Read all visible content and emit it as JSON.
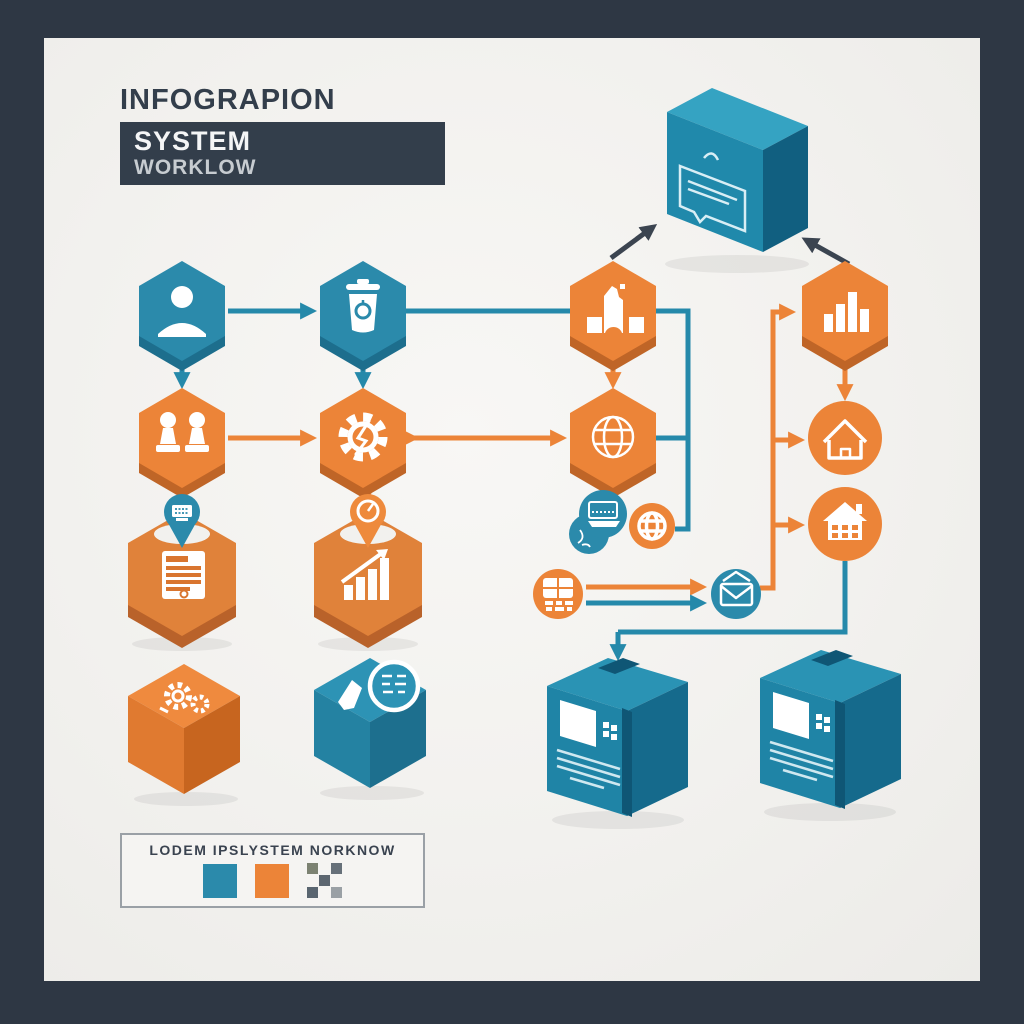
{
  "title": {
    "heading": "INFOGRAPION",
    "box_line1": "SYSTEM",
    "box_line2": "WORKLOW"
  },
  "legend": {
    "text": "LODEM IPSLYSTEM NORKNOW",
    "swatches": [
      {
        "name": "blue-swatch",
        "color": "#2b8aab"
      },
      {
        "name": "orange-swatch",
        "color": "#ec8438"
      },
      {
        "name": "checker-swatch",
        "color": "#5c6670"
      }
    ]
  },
  "colors": {
    "frame": "#2e3744",
    "background": "#f2f1ee",
    "blue": "#2589aa",
    "blue_dark": "#14678a",
    "orange": "#ec8438",
    "orange_dark": "#bf6527",
    "dark_text": "#333e4b",
    "icon_white": "#ffffff"
  },
  "diagram": {
    "nodes": [
      {
        "id": "message-box",
        "shape": "3d-box",
        "color": "blue",
        "icon": "speech-bubble-icon"
      },
      {
        "id": "user",
        "shape": "hexagon",
        "color": "blue",
        "icon": "person-icon"
      },
      {
        "id": "recycle",
        "shape": "hexagon",
        "color": "blue",
        "icon": "trash-icon"
      },
      {
        "id": "monument",
        "shape": "hexagon",
        "color": "orange",
        "icon": "building-arch-icon"
      },
      {
        "id": "analytics",
        "shape": "hexagon",
        "color": "orange",
        "icon": "bar-chart-icon"
      },
      {
        "id": "team",
        "shape": "hexagon",
        "color": "orange",
        "icon": "two-pawns-icon"
      },
      {
        "id": "process",
        "shape": "hexagon",
        "color": "orange",
        "icon": "gear-bolt-icon"
      },
      {
        "id": "network",
        "shape": "hexagon",
        "color": "orange",
        "icon": "globe-icon"
      },
      {
        "id": "home-outline",
        "shape": "circle",
        "color": "orange",
        "icon": "house-outline-icon"
      },
      {
        "id": "home-filled",
        "shape": "circle",
        "color": "orange",
        "icon": "house-filled-icon"
      },
      {
        "id": "terminal",
        "shape": "blob-circle",
        "color": "blue",
        "icon": "register-icon"
      },
      {
        "id": "globe-small",
        "shape": "circle",
        "color": "orange",
        "icon": "globe-small-icon"
      },
      {
        "id": "storage",
        "shape": "circle",
        "color": "orange",
        "icon": "window-grid-icon"
      },
      {
        "id": "mail",
        "shape": "circle",
        "color": "blue",
        "icon": "envelope-icon"
      },
      {
        "id": "report",
        "shape": "3d-hexagon",
        "color": "orange",
        "icon": "document-icon",
        "pin": "pin-terminal-icon",
        "pin_color": "blue"
      },
      {
        "id": "growth",
        "shape": "3d-hexagon",
        "color": "orange",
        "icon": "growth-chart-icon",
        "pin": "pin-gauge-icon",
        "pin_color": "orange"
      },
      {
        "id": "gears-cube",
        "shape": "3d-cube",
        "color": "orange",
        "icon": "gears-icon"
      },
      {
        "id": "search-cube",
        "shape": "3d-cube",
        "color": "blue",
        "icon": "search-list-icon"
      },
      {
        "id": "package-1",
        "shape": "3d-package",
        "color": "blue",
        "icon": "label-icon"
      },
      {
        "id": "package-2",
        "shape": "3d-package",
        "color": "blue",
        "icon": "label-icon"
      }
    ],
    "connections": [
      {
        "from": "user",
        "to": "recycle",
        "color": "blue",
        "style": "arrow"
      },
      {
        "from": "recycle",
        "to": "monument",
        "color": "blue",
        "style": "line"
      },
      {
        "from": "monument",
        "to": "globe-small",
        "color": "blue",
        "style": "elbow-line"
      },
      {
        "from": "network",
        "to": "monument-line",
        "color": "blue",
        "style": "line"
      },
      {
        "from": "user",
        "to": "team",
        "color": "blue",
        "style": "arrow"
      },
      {
        "from": "recycle",
        "to": "process",
        "color": "blue",
        "style": "arrow"
      },
      {
        "from": "monument",
        "to": "network",
        "color": "orange",
        "style": "arrow"
      },
      {
        "from": "team",
        "to": "process",
        "color": "orange",
        "style": "arrow"
      },
      {
        "from": "process",
        "to": "network",
        "color": "orange",
        "style": "double-arrow"
      },
      {
        "from": "team",
        "to": "report",
        "color": "orange",
        "style": "arrow"
      },
      {
        "from": "process",
        "to": "growth",
        "color": "orange",
        "style": "arrow"
      },
      {
        "from": "analytics",
        "to": "home-outline",
        "color": "orange",
        "style": "arrow"
      },
      {
        "from": "orange-rail",
        "to": "analytics",
        "color": "orange",
        "style": "arrow"
      },
      {
        "from": "orange-rail",
        "to": "home-outline",
        "color": "orange",
        "style": "arrow"
      },
      {
        "from": "orange-rail",
        "to": "home-filled",
        "color": "orange",
        "style": "arrow"
      },
      {
        "from": "orange-rail",
        "to": "mail",
        "color": "orange",
        "style": "elbow-line"
      },
      {
        "from": "storage",
        "to": "mail",
        "color": "orange",
        "style": "arrow"
      },
      {
        "from": "storage",
        "to": "mail",
        "color": "blue",
        "style": "arrow"
      },
      {
        "from": "home-filled",
        "to": "package-1",
        "color": "blue",
        "style": "elbow-arrow"
      },
      {
        "from": "recycle",
        "to": "message-box",
        "color": "dark",
        "style": "arrow"
      },
      {
        "from": "analytics",
        "to": "message-box",
        "color": "dark",
        "style": "arrow"
      }
    ]
  }
}
